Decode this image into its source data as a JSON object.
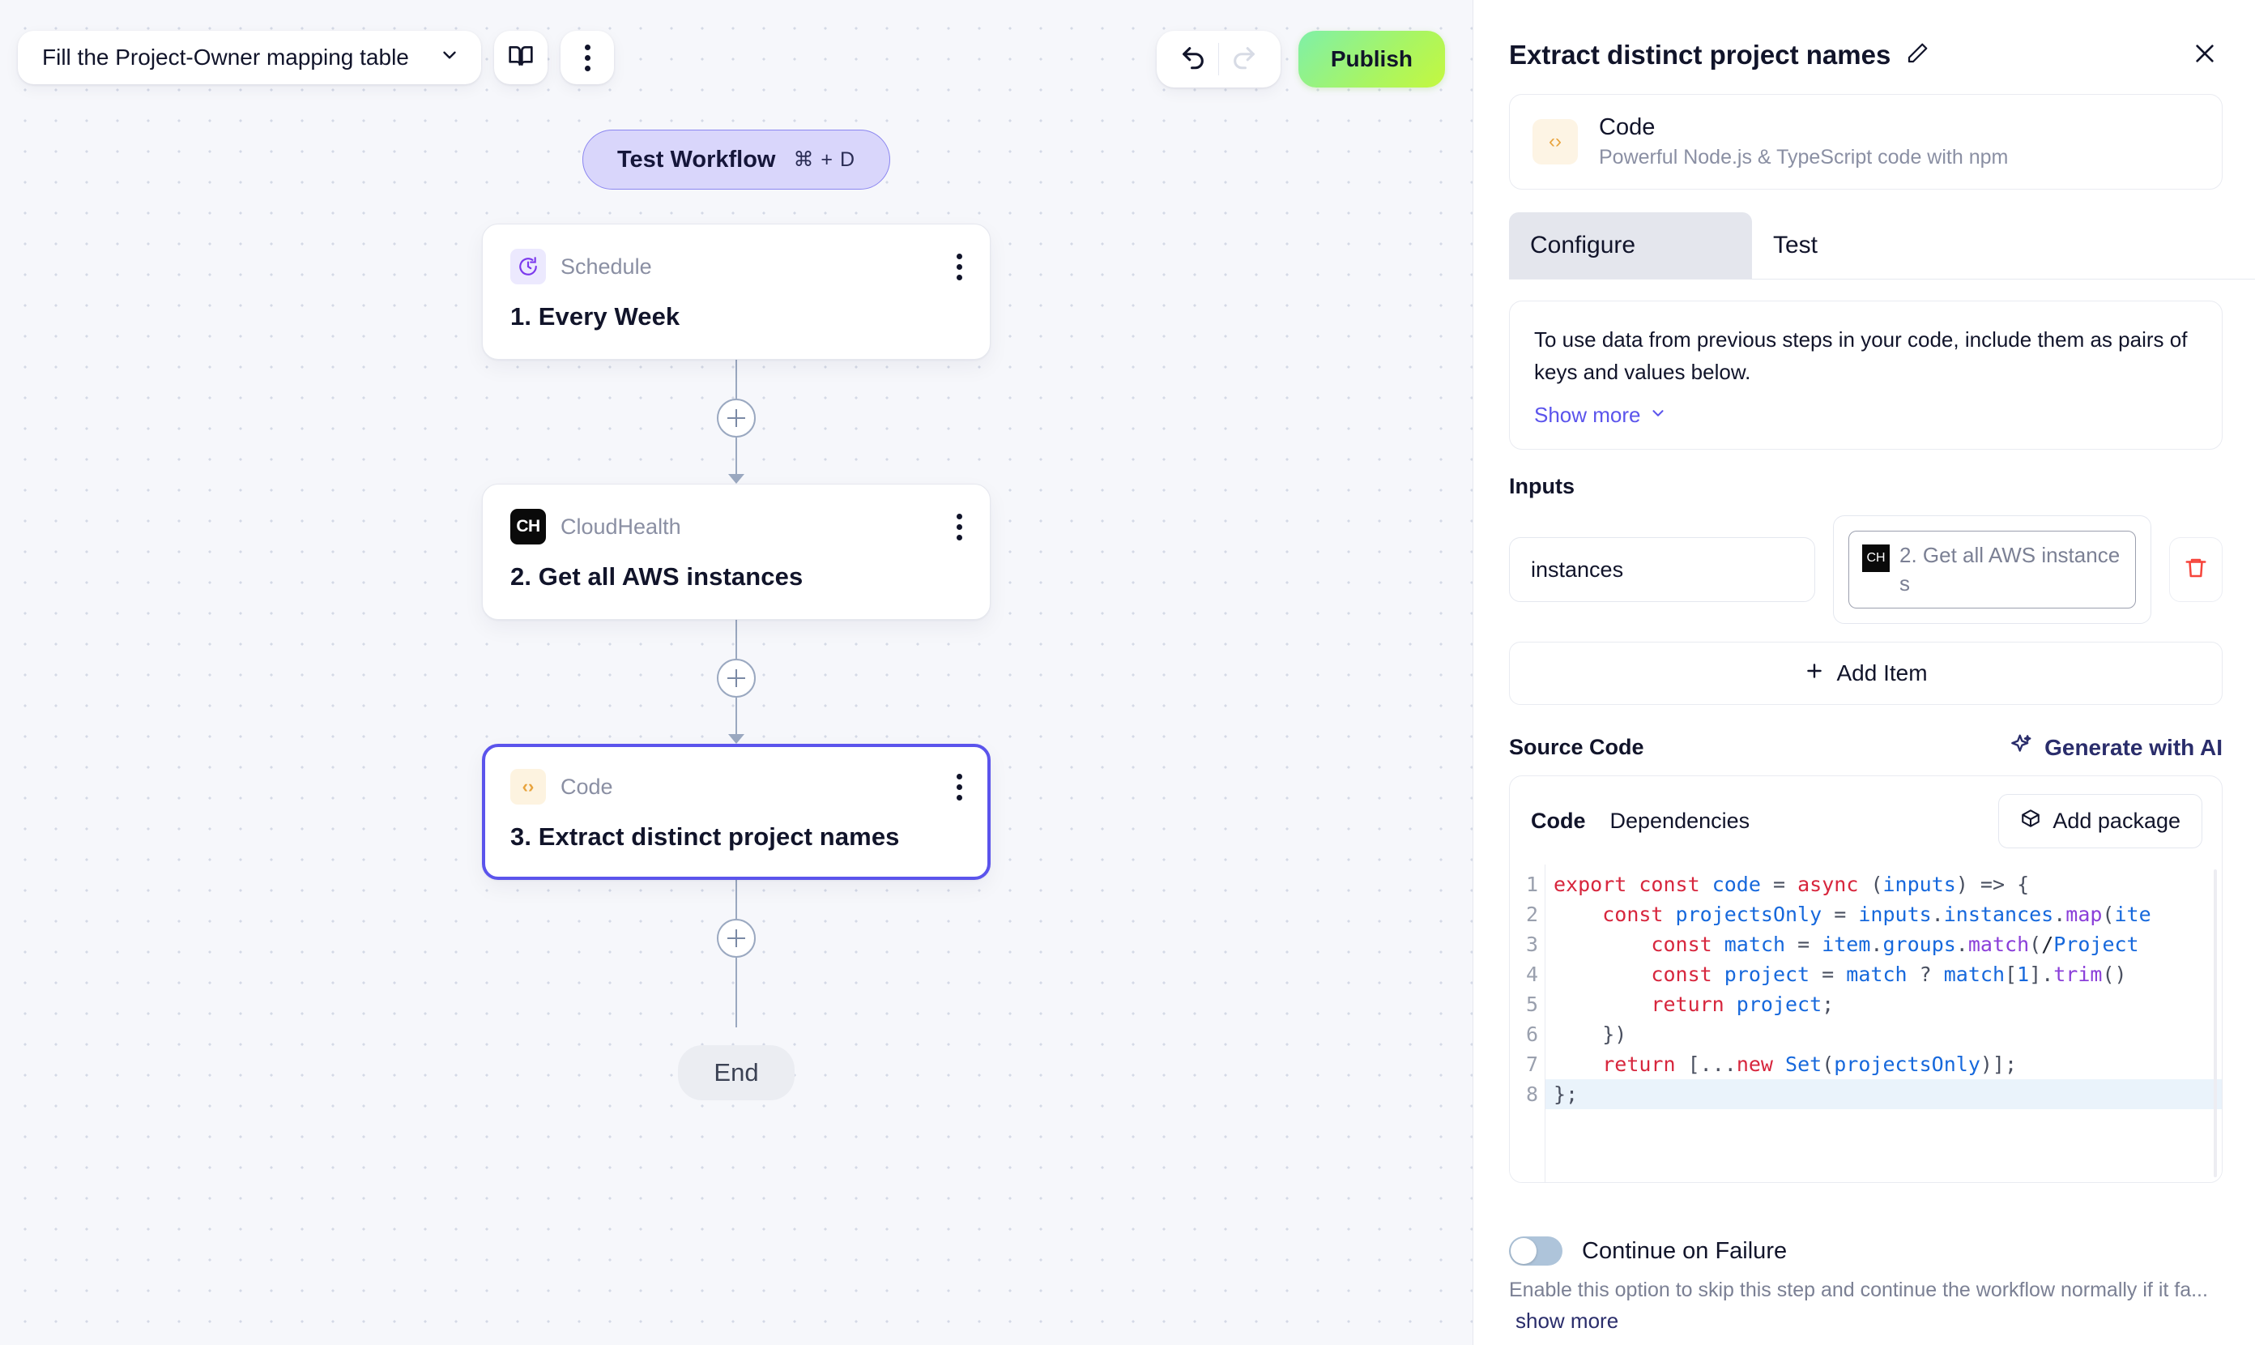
{
  "toolbar": {
    "workflow_name": "Fill the Project-Owner mapping table",
    "chevron_icon": "chevron-down-icon",
    "docs_icon": "book-icon",
    "more_icon": "kebab-menu-icon",
    "undo_icon": "undo-arrow-icon",
    "redo_icon": "redo-arrow-icon",
    "publish_label": "Publish"
  },
  "canvas": {
    "test_chip": {
      "label": "Test Workflow",
      "shortcut": "⌘ + D"
    },
    "nodes": [
      {
        "type": "Schedule",
        "icon": "clock-schedule-icon",
        "icon_text": "",
        "title": "1. Every Week",
        "selected": false,
        "menu_icon": "kebab-menu-icon"
      },
      {
        "type": "CloudHealth",
        "icon": "cloudhealth-icon",
        "icon_text": "CH",
        "title": "2. Get all AWS instances",
        "selected": false,
        "menu_icon": "kebab-menu-icon"
      },
      {
        "type": "Code",
        "icon": "code-brackets-icon",
        "icon_text": "‹›",
        "title": "3. Extract distinct project names",
        "selected": true,
        "menu_icon": "kebab-menu-icon"
      }
    ],
    "add_icon": "plus-icon",
    "end_label": "End"
  },
  "panel": {
    "title": "Extract distinct project names",
    "edit_icon": "pencil-edit-icon",
    "close_icon": "close-x-icon",
    "app": {
      "icon": "code-brackets-icon",
      "icon_text": "‹›",
      "name": "Code",
      "description": "Powerful Node.js & TypeScript code with npm"
    },
    "tabs": [
      {
        "label": "Configure",
        "active": true
      },
      {
        "label": "Test",
        "active": false
      }
    ],
    "note": {
      "text": "To use data from previous steps in your code, include them as pairs of keys and values below.",
      "show_more": "Show more",
      "chevron_icon": "chevron-down-icon"
    },
    "inputs": {
      "label": "Inputs",
      "rows": [
        {
          "key": "instances",
          "value_icon_text": "CH",
          "value_label": "2. Get all AWS instances",
          "delete_icon": "trash-icon"
        }
      ],
      "add_item_label": "Add Item",
      "add_item_icon": "plus-icon"
    },
    "source_code": {
      "label": "Source Code",
      "generate_ai_label": "Generate with AI",
      "generate_ai_icon": "sparkle-ai-icon",
      "code_tab": "Code",
      "dependencies_tab": "Dependencies",
      "add_package_label": "Add package",
      "add_package_icon": "package-box-icon",
      "active_line": 8,
      "line_numbers": [
        1,
        2,
        3,
        4,
        5,
        6,
        7,
        8
      ],
      "lines": [
        "export const code = async (inputs) => {",
        "    const projectsOnly = inputs.instances.map(ite",
        "        const match = item.groups.match(/Project",
        "        const project = match ? match[1].trim()",
        "        return project;",
        "    })",
        "    return [...new Set(projectsOnly)];",
        "};"
      ]
    },
    "footer": {
      "toggle_label": "Continue on Failure",
      "toggle_on": false,
      "description": "Enable this option to skip this step and continue the workflow normally if it fa...",
      "show_more": "show more"
    }
  },
  "colors": {
    "accent_purple": "#5b54ec",
    "publish_green": "#a9f562",
    "code_keyword_red": "#d7263d",
    "code_var_blue": "#1668dc",
    "code_fn_purple": "#8b3fd9",
    "canvas_bg": "#f6f7fb"
  }
}
